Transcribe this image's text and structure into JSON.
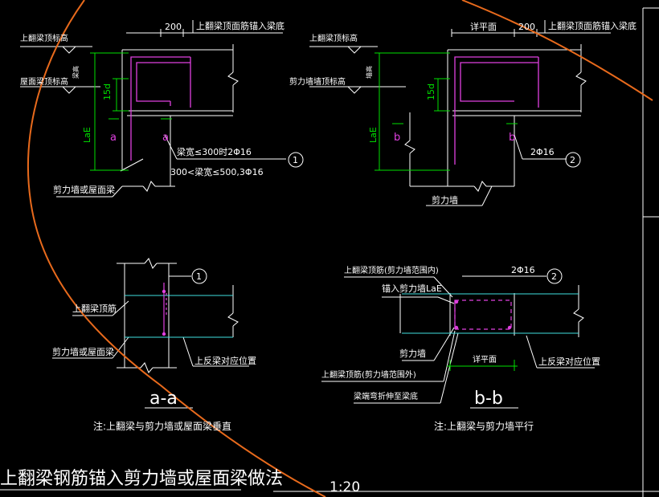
{
  "colors": {
    "background": "#000000",
    "line": "#ffffff",
    "rebar": "#e040e0",
    "dim": "#00e000",
    "section": "#40e0e0",
    "markup": "#e86a1c"
  },
  "detail1": {
    "dim_top": "200",
    "label_top": "上翻梁顶面筋锚入梁底",
    "level1": "上翻梁顶标高",
    "level2": "屋面梁顶标高",
    "gap_label": "梁高",
    "dim_15d": "15d",
    "dim_lae": "LaE",
    "sec_mark_left": "a",
    "sec_mark_right": "a",
    "note1": "梁宽≤300时2Φ16",
    "note2": "300<梁宽≤500,3Φ16",
    "callout": "1",
    "base_label": "剪力墙或屋面梁"
  },
  "detail2": {
    "dim_top_left": "详平面",
    "dim_top": "200",
    "label_top": "上翻梁顶面筋锚入梁底",
    "level1": "上翻梁顶标高",
    "level2": "剪力墙墙顶标高",
    "gap_label": "墙高",
    "dim_15d": "15d",
    "dim_lae": "LaE",
    "sec_mark_left": "b",
    "sec_mark_right": "b",
    "note1": "2Φ16",
    "callout": "2",
    "base_label": "剪力墙"
  },
  "section_a": {
    "callout": "1",
    "label1": "上翻梁顶筋",
    "label2": "剪力墙或屋面梁",
    "label3": "上反梁对应位置",
    "title": "a-a",
    "note": "注:上翻梁与剪力墙或屋面梁垂直"
  },
  "section_b": {
    "label_top": "上翻梁顶筋(剪力墙范围内)",
    "label_lae": "锚入剪力墙LaE",
    "rebar_note": "2Φ16",
    "callout": "2",
    "label_wall": "剪力墙",
    "label_outside": "上翻梁顶筋(剪力墙范围外)",
    "label_end": "梁端弯折伸至梁底",
    "dim_bottom": "详平面",
    "label_pos": "上反梁对应位置",
    "title": "b-b",
    "note": "注:上翻梁与剪力墙平行"
  },
  "sheet": {
    "title": "上翻梁钢筋锚入剪力墙或屋面梁做法",
    "scale": "1:20"
  }
}
